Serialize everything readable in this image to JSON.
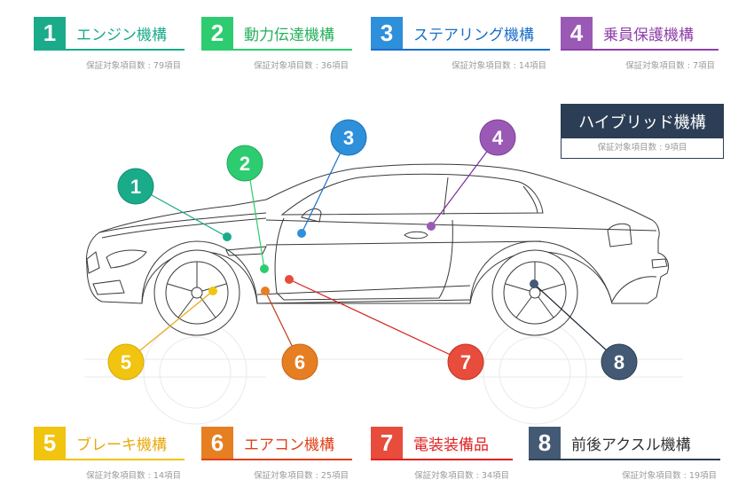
{
  "legend": [
    {
      "num": "1",
      "title": "エンジン機構",
      "count": "保証対象項目数 : 79項目",
      "color": "#1aab8a",
      "text_color": "#1aab8a"
    },
    {
      "num": "2",
      "title": "動力伝達機構",
      "count": "保証対象項目数 : 36項目",
      "color": "#2ecc71",
      "text_color": "#27b05c"
    },
    {
      "num": "3",
      "title": "ステアリング機構",
      "count": "保証対象項目数 : 14項目",
      "color": "#2e8fdb",
      "text_color": "#1a6fc9"
    },
    {
      "num": "4",
      "title": "乗員保護機構",
      "count": "保証対象項目数 : 7項目",
      "color": "#9b59b6",
      "text_color": "#8e3fa8"
    },
    {
      "num": "5",
      "title": "ブレーキ機構",
      "count": "保証対象項目数 : 14項目",
      "color": "#f1c40f",
      "text_color": "#e8a90c"
    },
    {
      "num": "6",
      "title": "エアコン機構",
      "count": "保証対象項目数 : 25項目",
      "color": "#e67e22",
      "text_color": "#e0401a"
    },
    {
      "num": "7",
      "title": "電装装備品",
      "count": "保証対象項目数 : 34項目",
      "color": "#e74c3c",
      "text_color": "#e02020"
    },
    {
      "num": "8",
      "title": "前後アクスル機構",
      "count": "保証対象項目数 : 19項目",
      "color": "#445a74",
      "text_color": "#333333"
    }
  ],
  "hybrid": {
    "title": "ハイブリッド機構",
    "count": "保証対象項目数 : 9項目",
    "color": "#2c3e55"
  },
  "callouts": [
    {
      "num": "1",
      "target": "engine-hood"
    },
    {
      "num": "2",
      "target": "front-fender"
    },
    {
      "num": "3",
      "target": "steering"
    },
    {
      "num": "4",
      "target": "door-seat"
    },
    {
      "num": "5",
      "target": "front-wheel-brake"
    },
    {
      "num": "6",
      "target": "front-fender-lower"
    },
    {
      "num": "7",
      "target": "door-lower"
    },
    {
      "num": "8",
      "target": "rear-axle"
    }
  ]
}
